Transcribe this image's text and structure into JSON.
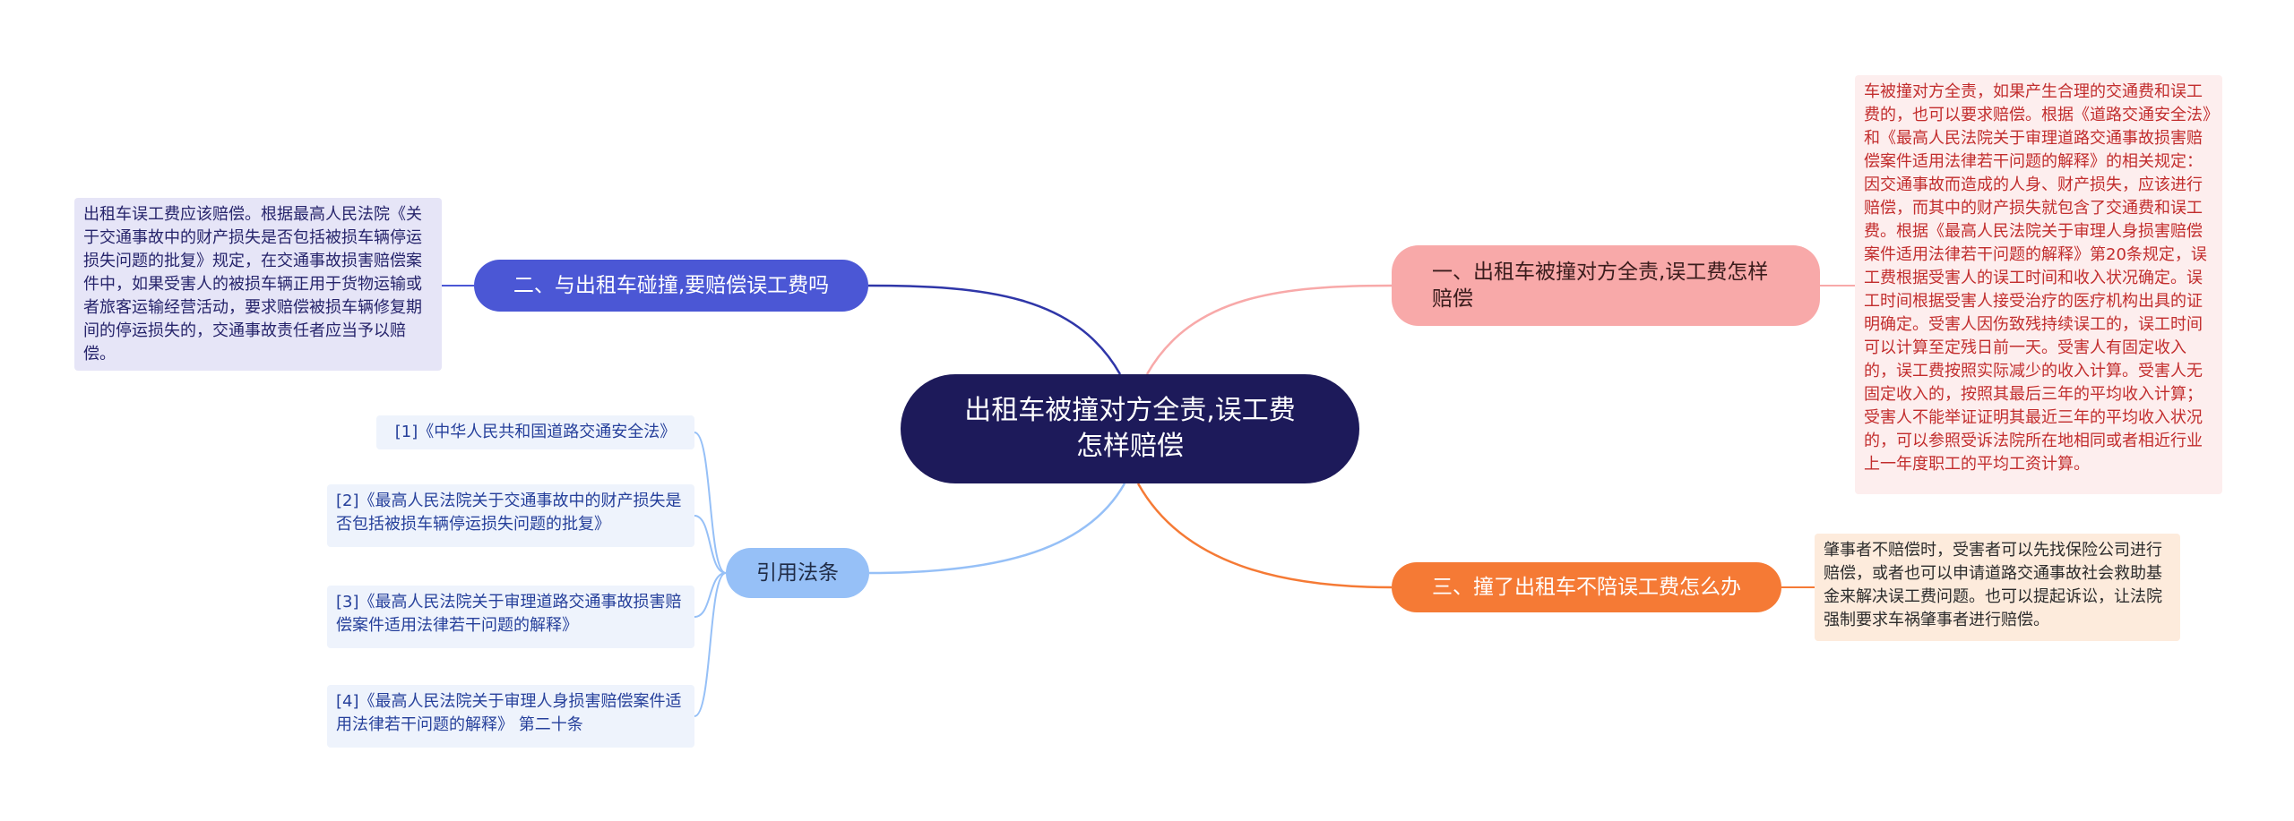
{
  "center": {
    "title": "出租车被撞对方全责,误工费怎样赔偿"
  },
  "branches": {
    "one": {
      "label": "一、出租车被撞对方全责,误工费怎样赔偿",
      "color": "#f8a9a9"
    },
    "two": {
      "label": "二、与出租车碰撞,要赔偿误工费吗",
      "color": "#4b57d5"
    },
    "three": {
      "label": "三、撞了出租车不陪误工费怎么办",
      "color": "#f57a35"
    },
    "refs": {
      "label": "引用法条",
      "color": "#96c0f7"
    }
  },
  "leaves": {
    "one": "车被撞对方全责，如果产生合理的交通费和误工费的，也可以要求赔偿。根据《道路交通安全法》和《最高人民法院关于审理道路交通事故损害赔偿案件适用法律若干问题的解释》的相关规定：因交通事故而造成的人身、财产损失，应该进行赔偿，而其中的财产损失就包含了交通费和误工费。根据《最高人民法院关于审理人身损害赔偿案件适用法律若干问题的解释》第20条规定，误工费根据受害人的误工时间和收入状况确定。误工时间根据受害人接受治疗的医疗机构出具的证明确定。受害人因伤致残持续误工的，误工时间可以计算至定残日前一天。受害人有固定收入的，误工费按照实际减少的收入计算。受害人无固定收入的，按照其最后三年的平均收入计算；受害人不能举证证明其最近三年的平均收入状况的，可以参照受诉法院所在地相同或者相近行业上一年度职工的平均工资计算。",
    "two": "出租车误工费应该赔偿。根据最高人民法院《关于交通事故中的财产损失是否包括被损车辆停运损失问题的批复》规定，在交通事故损害赔偿案件中，如果受害人的被损车辆正用于货物运输或者旅客运输经营活动，要求赔偿被损车辆修复期间的停运损失的，交通事故责任者应当予以赔偿。",
    "three": "肇事者不赔偿时，受害者可以先找保险公司进行赔偿，或者也可以申请道路交通事故社会救助基金来解决误工费问题。也可以提起诉讼，让法院强制要求车祸肇事者进行赔偿。"
  },
  "refs": [
    "[1]《中华人民共和国道路交通安全法》",
    "[2]《最高人民法院关于交通事故中的财产损失是否包括被损车辆停运损失问题的批复》",
    "[3]《最高人民法院关于审理道路交通事故损害赔偿案件适用法律若干问题的解释》",
    "[4]《最高人民法院关于审理人身损害赔偿案件适用法律若干问题的解释》 第二十条"
  ]
}
